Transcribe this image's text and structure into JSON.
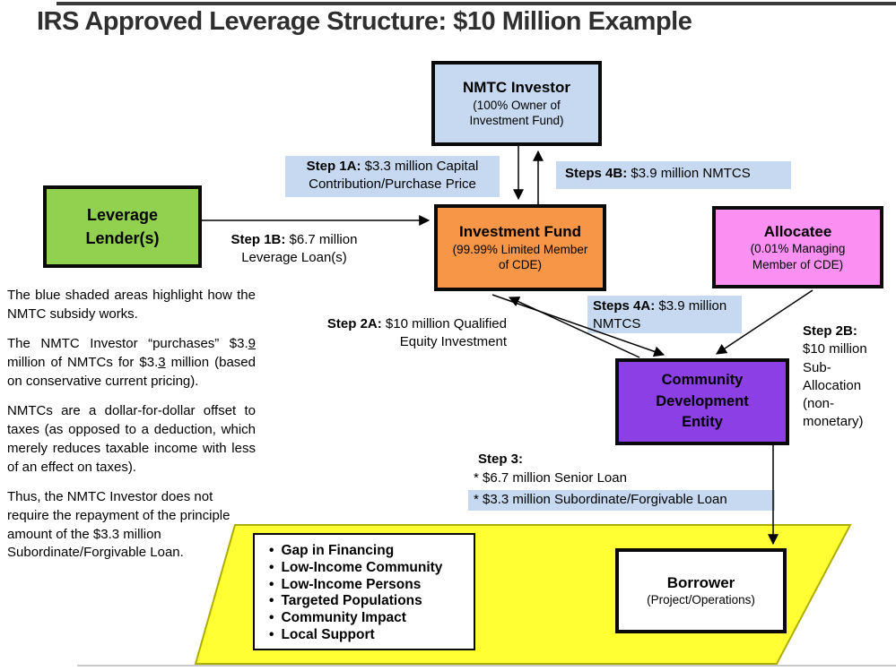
{
  "title": "IRS Approved Leverage Structure: $10 Million Example",
  "colors": {
    "highlight_blue": "#C6D9F0",
    "leverage_lender_green": "#92D050",
    "investment_fund_orange": "#F79646",
    "allocatee_pink": "#FB90F2",
    "cde_purple": "#8B3FE4",
    "community_yellow": "#FFFF33"
  },
  "nodes": {
    "nmtc_investor": {
      "title": "NMTC Investor",
      "sub1": "(100% Owner of",
      "sub2": "Investment Fund)"
    },
    "leverage_lender": {
      "line1": "Leverage",
      "line2": "Lender(s)"
    },
    "investment_fund": {
      "title": "Investment Fund",
      "sub1": "(99.99% Limited Member",
      "sub2": "of CDE)"
    },
    "allocatee": {
      "title": "Allocatee",
      "sub1": "(0.01% Managing",
      "sub2": "Member of CDE)"
    },
    "cde": {
      "line1": "Community",
      "line2": "Development",
      "line3": "Entity"
    },
    "borrower": {
      "title": "Borrower",
      "sub": "(Project/Operations)"
    }
  },
  "steps": {
    "step_1a": {
      "label": "Step 1A:",
      "text": " $3.3 million Capital Contribution/Purchase Price"
    },
    "step_1b": {
      "label": "Step 1B:",
      "text": " $6.7 million Leverage Loan(s)"
    },
    "step_2a": {
      "label": "Step 2A:",
      "text": " $10 million Qualified Equity Investment"
    },
    "step_2b": {
      "label": "Step 2B:",
      "text": "$10 million Sub-Allocation (non-monetary)"
    },
    "step_3": {
      "label": "Step 3:",
      "senior": "* $6.7 million Senior Loan",
      "subordinate": "* $3.3 million Subordinate/Forgivable Loan"
    },
    "steps_4a": {
      "label": "Steps 4A:",
      "text": " $3.9 million NMTCS"
    },
    "steps_4b": {
      "label": "Steps 4B:",
      "text": " $3.9 million NMTCS"
    }
  },
  "notes": {
    "p1": "The blue shaded areas highlight how the NMTC subsidy works.",
    "p2a": "The NMTC Investor “purchases” $3.",
    "p2u1": "9",
    "p2b": " million of NMTCs for $3.",
    "p2u2": "3",
    "p2c": " million (based on conservative current pricing).",
    "p3": "NMTCs are a dollar-for-dollar offset to taxes (as opposed to a deduction, which merely reduces taxable income with less of an effect on taxes).",
    "p4": "Thus, the NMTC Investor does not require the repayment of  the principle amount of the $3.3 million Subordinate/Forgivable Loan."
  },
  "community": {
    "bullets": [
      "Gap in Financing",
      "Low-Income Community",
      "Low-Income Persons",
      "Targeted Populations",
      "Community Impact",
      "Local Support"
    ]
  }
}
